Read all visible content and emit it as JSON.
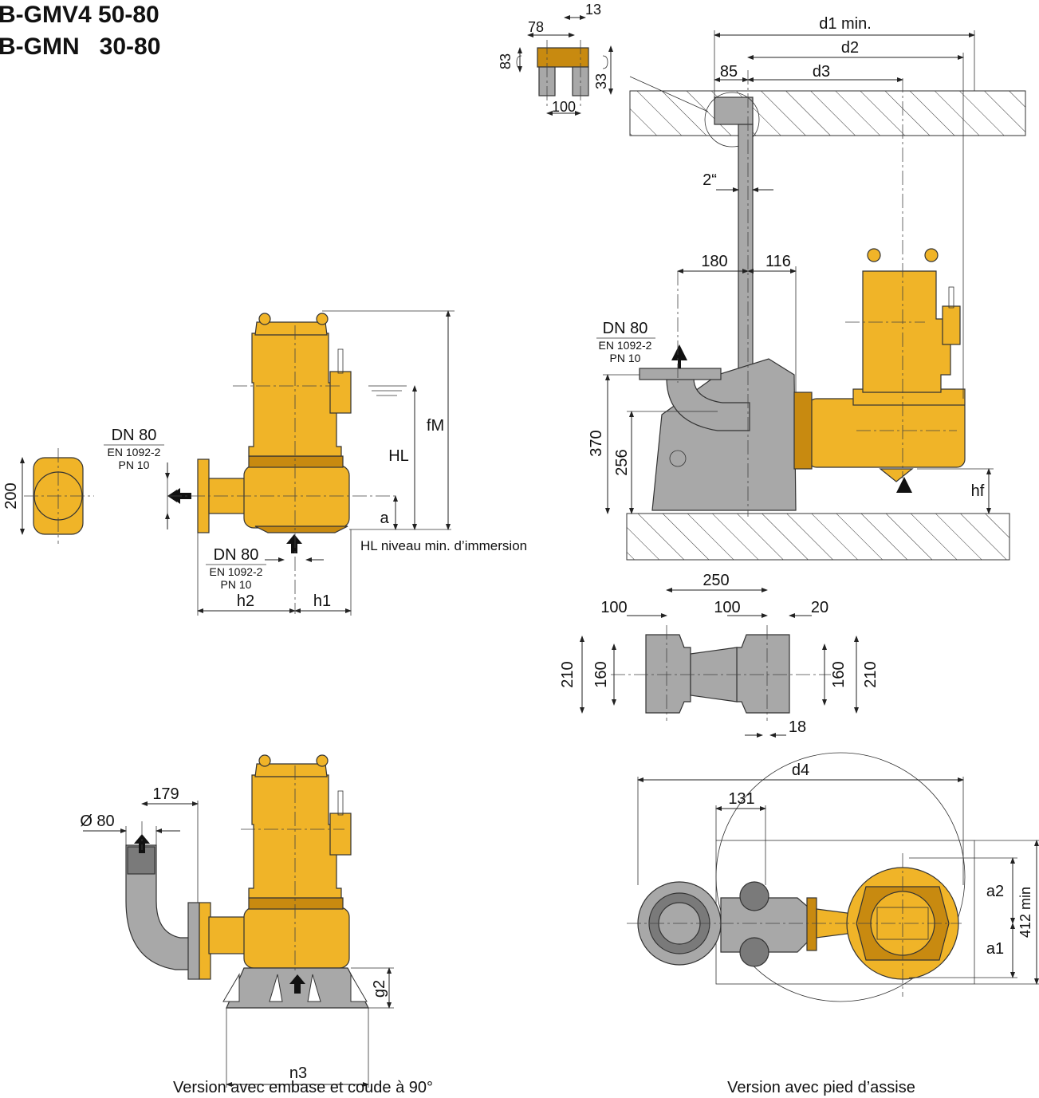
{
  "titles": {
    "line1": "B-GMV4 50-80",
    "line2": "B-GMN   30-80"
  },
  "colors": {
    "pump_body": "#F0B428",
    "pump_shadow": "#C88A10",
    "fittings": "#A8A8A8",
    "fittings_dark": "#7A7A7A"
  },
  "left_top": {
    "outlet_label": "DN 80",
    "outlet_norm": "EN 1092-2",
    "outlet_pn": "PN 10",
    "outlet_size": "200",
    "inlet_label": "DN 80",
    "inlet_norm": "EN 1092-2",
    "inlet_pn": "PN 10",
    "dim_h1": "h1",
    "dim_h2": "h2",
    "dim_a": "a",
    "dim_hl": "HL",
    "dim_fm": "fM",
    "hl_note": "HL niveau min. d’immersion"
  },
  "bracket": {
    "dim_78": "78",
    "dim_13": "13",
    "dim_83": "83",
    "dim_33": "33",
    "dim_100": "100"
  },
  "right_top": {
    "dim_d1": "d1 min.",
    "dim_d2": "d2",
    "dim_d3": "d3",
    "dim_85": "85",
    "dim_2in": "2“",
    "dim_180": "180",
    "dim_116": "116",
    "flange_label": "DN 80",
    "flange_norm": "EN 1092-2",
    "flange_pn": "PN 10",
    "dim_370": "370",
    "dim_256": "256",
    "dim_hf": "hf"
  },
  "base_plan": {
    "dim_250": "250",
    "dim_100a": "100",
    "dim_100b": "100",
    "dim_20": "20",
    "dim_210a": "210",
    "dim_160a": "160",
    "dim_160b": "160",
    "dim_210b": "210",
    "dim_18": "18"
  },
  "left_bottom": {
    "dim_179": "179",
    "dim_dia": "Ø 80",
    "dim_g2": "g2",
    "dim_n3": "n3",
    "caption": "Version avec embase et coude à 90°"
  },
  "right_bottom": {
    "dim_d4": "d4",
    "dim_131": "131",
    "dim_a1": "a1",
    "dim_a2": "a2",
    "dim_412": "412 min",
    "caption": "Version avec pied d’assise"
  }
}
